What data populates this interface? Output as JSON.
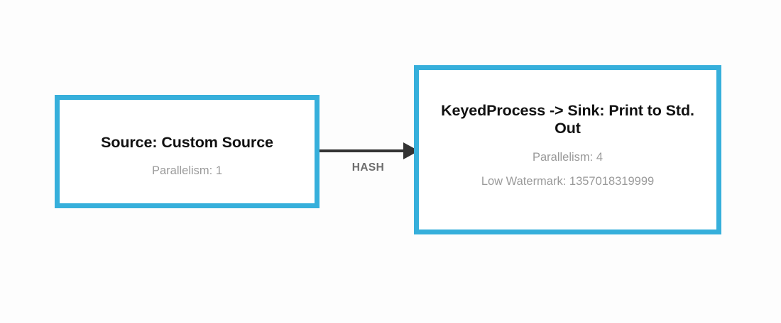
{
  "diagram": {
    "background_color": "#fdfdfd",
    "node_border_color": "#36AFDB",
    "node_fill_color": "#ffffff",
    "title_color": "#111111",
    "subtitle_color": "#9a9a9a",
    "edge_color": "#333333",
    "edge_label_color": "#6d6d6d",
    "nodes": [
      {
        "id": "source",
        "title": "Source: Custom Source",
        "parallelism_label": "Parallelism: 1"
      },
      {
        "id": "sink",
        "title": "KeyedProcess -> Sink: Print to Std. Out",
        "parallelism_label": "Parallelism: 4",
        "watermark_label": "Low Watermark: 1357018319999"
      }
    ],
    "edges": [
      {
        "id": "source-to-sink",
        "from": "source",
        "to": "sink",
        "label": "HASH",
        "arrowhead": "filled-triangle"
      }
    ]
  }
}
